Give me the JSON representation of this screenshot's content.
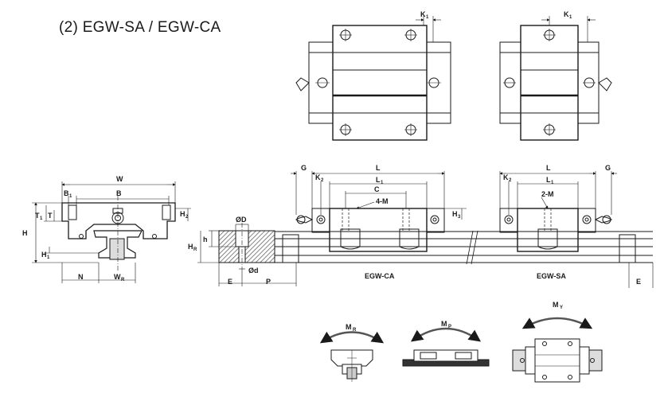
{
  "title": "(2) EGW-SA / EGW-CA",
  "labels": {
    "k1": "K",
    "k1_sub": "1",
    "w": "W",
    "b1": "B",
    "b1_sub": "1",
    "b": "B",
    "t1": "T",
    "t1_sub": "1",
    "t": "T",
    "h": "H",
    "h2": "H",
    "h2_sub": "2",
    "h1": "H",
    "h1_sub": "1",
    "n": "N",
    "wr": "W",
    "wr_sub": "R",
    "od_top": "ØD",
    "od_bot": "Ød",
    "h_small": "h",
    "hr": "H",
    "hr_sub": "R",
    "e": "E",
    "p": "P",
    "g": "G",
    "k2": "K",
    "k2_sub": "2",
    "l": "L",
    "l1": "L",
    "l1_sub": "1",
    "c": "C",
    "m4": "4-M",
    "m2": "2-M",
    "h3": "H",
    "h3_sub": "3",
    "egw_ca": "EGW-CA",
    "egw_sa": "EGW-SA",
    "mr": "M",
    "mr_sub": "R",
    "mp": "M",
    "mp_sub": "P",
    "my": "M",
    "my_sub": "Y"
  }
}
